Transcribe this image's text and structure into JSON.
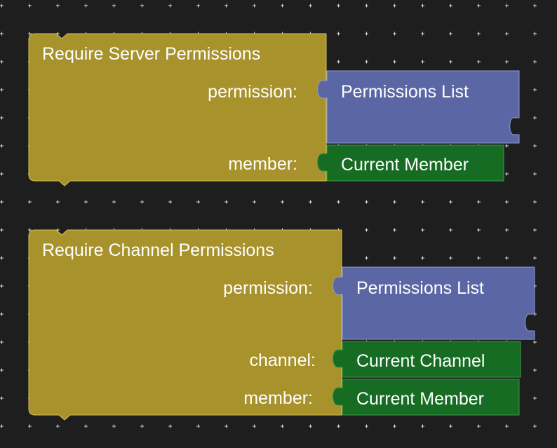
{
  "workspace": {
    "background": "#1e1e1e",
    "grid_color": "#d8d8d8"
  },
  "colors": {
    "permission_block": "#a8922c",
    "permission_block_border": "#d8c05a",
    "permissions_list": "#5b67a5",
    "permissions_list_border": "#8f9bd6",
    "current_value": "#176c23",
    "current_value_border": "#3d9a47"
  },
  "blocks": [
    {
      "title": "Require Server Permissions",
      "inputs": [
        {
          "label": "permission:",
          "value_block": "Permissions List"
        },
        {
          "label": "member:",
          "value_block": "Current Member"
        }
      ]
    },
    {
      "title": "Require Channel Permissions",
      "inputs": [
        {
          "label": "permission:",
          "value_block": "Permissions List"
        },
        {
          "label": "channel:",
          "value_block": "Current Channel"
        },
        {
          "label": "member:",
          "value_block": "Current Member"
        }
      ]
    }
  ]
}
